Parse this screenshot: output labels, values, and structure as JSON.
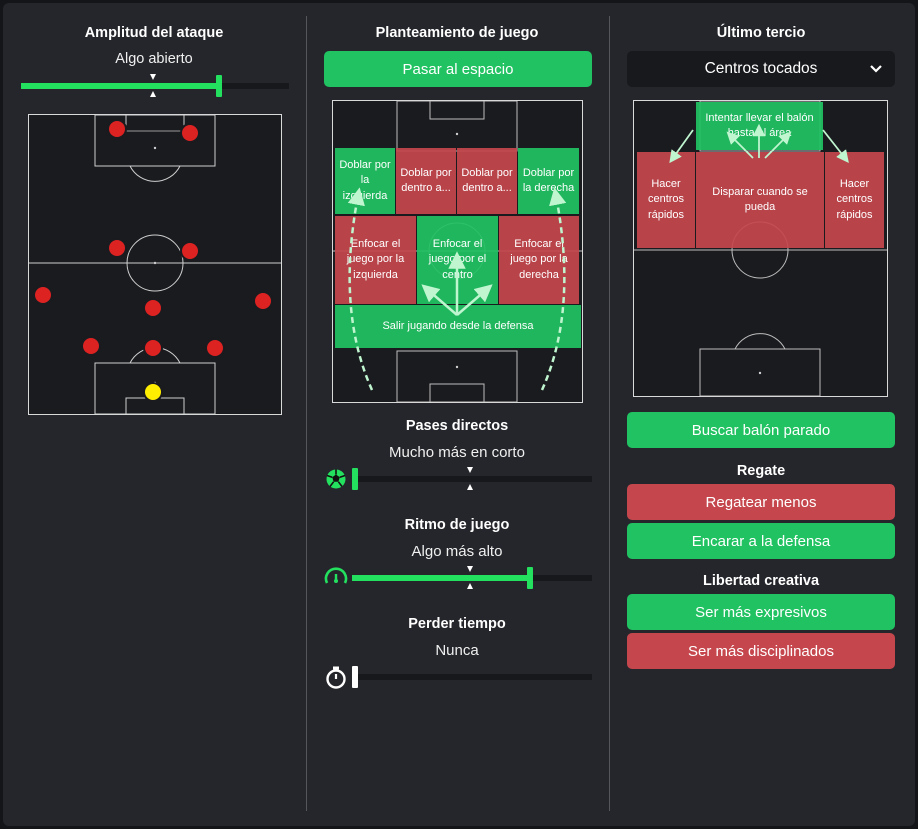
{
  "col1": {
    "title": "Amplitud del ataque",
    "value": "Algo abierto",
    "slider_fraction": 0.74,
    "players": [
      {
        "role": "gk"
      },
      {
        "role": "def"
      },
      {
        "role": "def"
      },
      {
        "role": "def"
      },
      {
        "role": "mid"
      },
      {
        "role": "mid"
      },
      {
        "role": "mid"
      },
      {
        "role": "mid"
      },
      {
        "role": "mid"
      },
      {
        "role": "fwd"
      },
      {
        "role": "fwd"
      }
    ]
  },
  "col2": {
    "title": "Planteamiento de juego",
    "button": "Pasar al espacio",
    "zones": {
      "dl": "Doblar por la izquierda",
      "dil": "Doblar por dentro a...",
      "dir": "Doblar por dentro a...",
      "dr": "Doblar por la derecha",
      "fl": "Enfocar el juego por la izquierda",
      "fc": "Enfocar el juego por el centro",
      "fr": "Enfocar el juego por la derecha",
      "build": "Salir jugando desde la defensa"
    },
    "passes": {
      "title": "Pases directos",
      "value": "Mucho más en corto",
      "fraction": 0.0
    },
    "tempo": {
      "title": "Ritmo de juego",
      "value": "Algo más alto",
      "fraction": 0.74
    },
    "timewaste": {
      "title": "Perder tiempo",
      "value": "Nunca",
      "fraction": 0.0
    }
  },
  "col3": {
    "title": "Último tercio",
    "dropdown": "Centros tocados",
    "zones": {
      "top": "Intentar llevar el balón hasta el área",
      "left": "Hacer centros rápidos",
      "center": "Disparar cuando se pueda",
      "right": "Hacer centros rápidos"
    },
    "setpiece": "Buscar balón parado",
    "dribble_title": "Regate",
    "dribble_less": "Regatear menos",
    "dribble_attack": "Encarar a la defensa",
    "creative_title": "Libertad creativa",
    "creative_expressive": "Ser más expresivos",
    "creative_disciplined": "Ser más disciplinados"
  },
  "colors": {
    "green": "#21c262",
    "red": "#c5474d",
    "accent": "#23e05f",
    "panel": "#25262b"
  },
  "icons": {
    "passes": "football-icon",
    "tempo": "speedometer-icon",
    "timewaste": "stopwatch-icon",
    "dropdown": "chevron-down-icon"
  }
}
